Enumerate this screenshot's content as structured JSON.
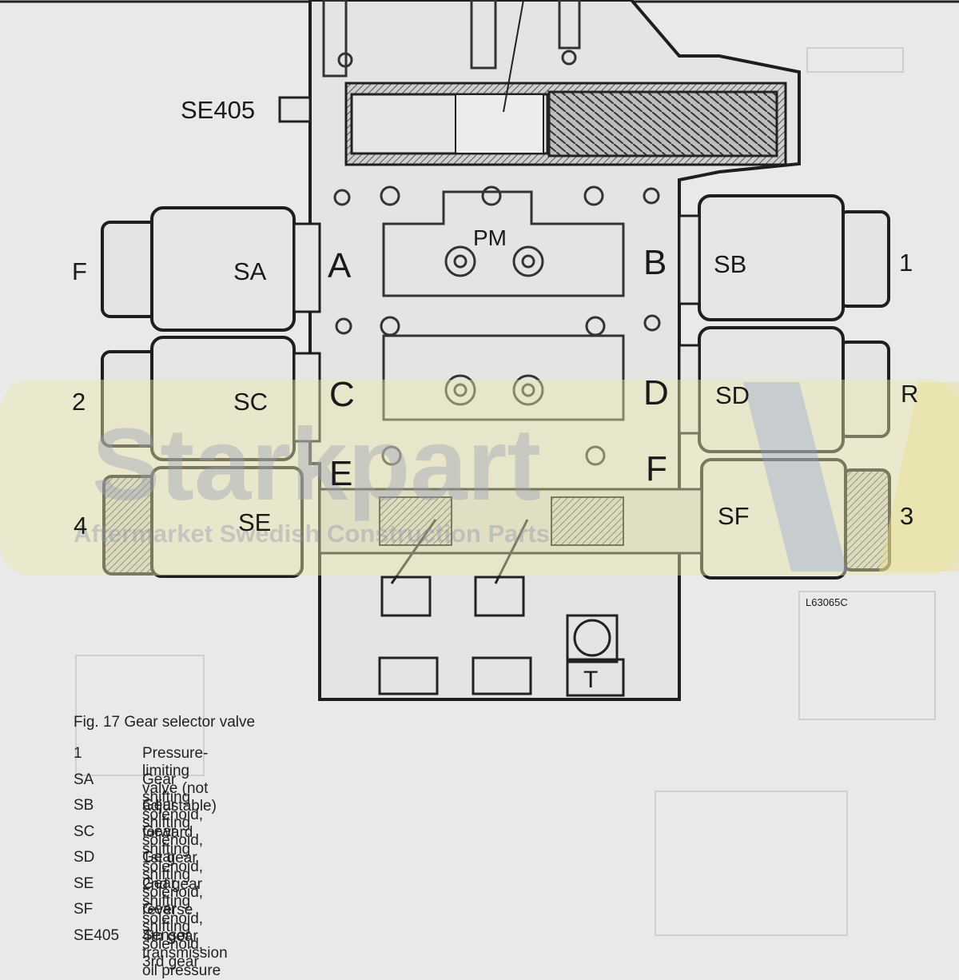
{
  "diagram": {
    "labels": {
      "se405": "SE405",
      "pm": "PM",
      "A": "A",
      "B": "B",
      "C": "C",
      "D": "D",
      "E": "E",
      "F_valve": "F",
      "T": "T",
      "SA": "SA",
      "SB": "SB",
      "SC": "SC",
      "SD": "SD",
      "SE": "SE",
      "SF": "SF",
      "side_F": "F",
      "side_1": "1",
      "side_2": "2",
      "side_R": "R",
      "side_4": "4",
      "side_3": "3",
      "drawing_no": "L63065C"
    },
    "watermark": {
      "brand": "Starkpart",
      "tagline": "Aftermarket Swedish Construction Parts"
    }
  },
  "caption": "Fig. 17 Gear selector valve",
  "legend": [
    {
      "code": "1",
      "desc": "Pressure-limiting valve (not adjustable)"
    },
    {
      "code": "SA",
      "desc": "Gear shifting solenoid, forward"
    },
    {
      "code": "SB",
      "desc": "Gear shifting solenoid, 1st gear"
    },
    {
      "code": "SC",
      "desc": "Gear shifting solenoid, 2nd gear"
    },
    {
      "code": "SD",
      "desc": "Gear shifting solenoid, reverse"
    },
    {
      "code": "SE",
      "desc": "Gear shifting solenoid, 4th gear"
    },
    {
      "code": "SF",
      "desc": "Gear shifting solenoid, 3rd gear"
    },
    {
      "code": "SE405",
      "desc": "Sensor, transmission oil pressure"
    }
  ]
}
